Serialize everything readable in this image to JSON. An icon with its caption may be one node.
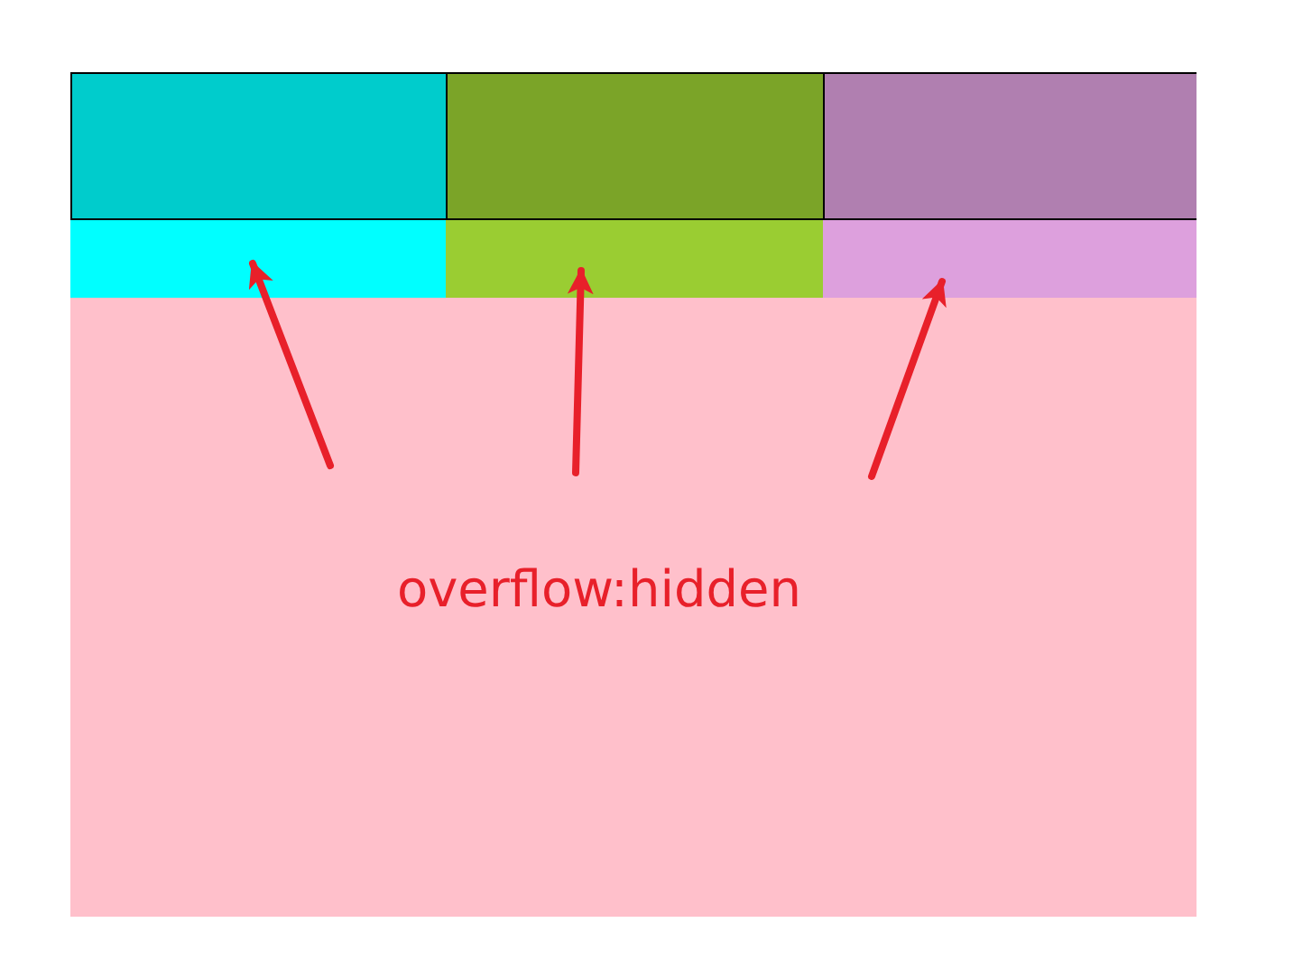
{
  "diagram": {
    "nodes": [
      {
        "text": [],
        "shape": "box"
      },
      {
        "text": [],
        "shape": "box"
      },
      {
        "text": [],
        "shape": "box"
      },
      {
        "text": [],
        "shape": "box"
      },
      {
        "text": [],
        "shape": "box"
      },
      {
        "text": [],
        "shape": "box"
      }
    ],
    "edges": [
      {
        "from": null,
        "to": 3,
        "arrow": "to"
      },
      {
        "from": null,
        "to": 4,
        "arrow": "to"
      },
      {
        "from": null,
        "to": 5,
        "arrow": "to"
      }
    ],
    "labels": [
      "overflow:hidden"
    ]
  }
}
